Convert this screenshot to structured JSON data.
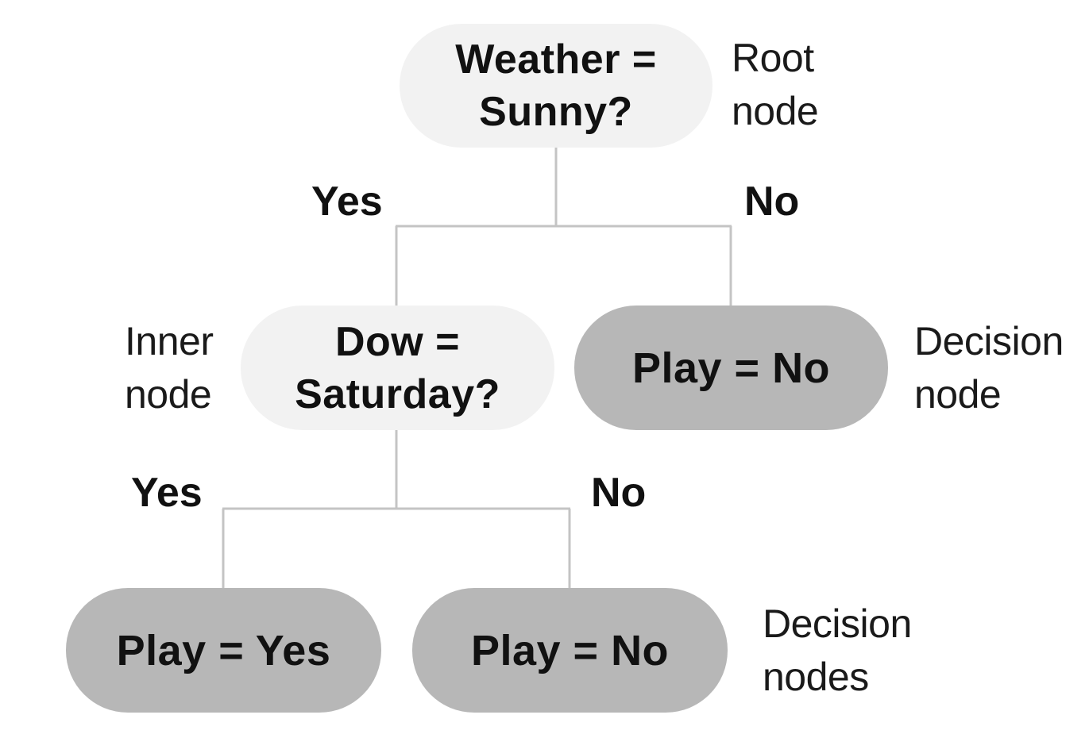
{
  "colors": {
    "question_node_fill": "#f2f2f2",
    "decision_node_fill": "#b7b7b7",
    "connector": "#c4c4c4",
    "text": "#111111"
  },
  "nodes": {
    "root": {
      "line1": "Weather =",
      "line2": "Sunny?"
    },
    "inner": {
      "line1": "Dow =",
      "line2": "Saturday?"
    },
    "decision_right": {
      "label": "Play = No"
    },
    "decision_left_bottom": {
      "label": "Play = Yes"
    },
    "decision_right_bottom": {
      "label": "Play = No"
    }
  },
  "edges": {
    "root_yes": "Yes",
    "root_no": "No",
    "inner_yes": "Yes",
    "inner_no": "No"
  },
  "annotations": {
    "root": {
      "line1": "Root",
      "line2": "node"
    },
    "inner": {
      "line1": "Inner",
      "line2": "node"
    },
    "decision": {
      "line1": "Decision",
      "line2": "node"
    },
    "decisions": {
      "line1": "Decision",
      "line2": "nodes"
    }
  }
}
